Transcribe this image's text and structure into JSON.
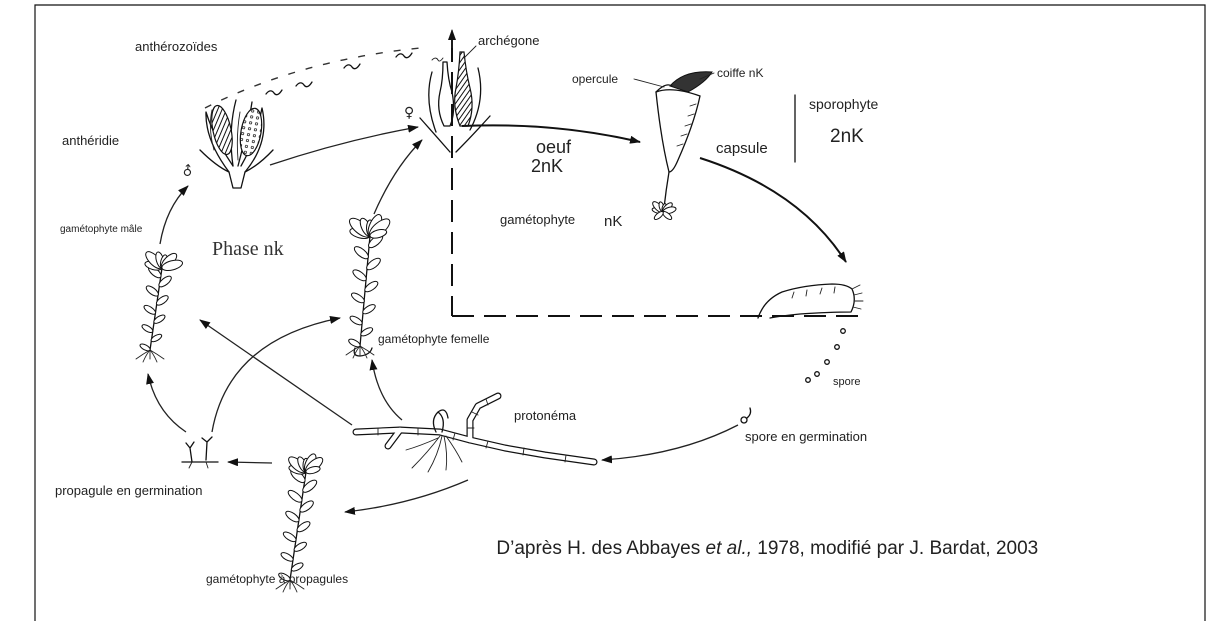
{
  "cycle_labels": {
    "antherozoides": "anthérozoïdes",
    "archegone": "archégone",
    "opercule": "opercule",
    "coiffe": "coiffe nK",
    "sporophyte": "sporophyte",
    "sporophyte_ploidy": "2nK",
    "capsule": "capsule",
    "antheridie": "anthéridie",
    "male_symbol": "♂",
    "female_symbol": "♀",
    "oeuf": "oeuf",
    "oeuf_ploidy": "2nK",
    "gametophyte": "gamétophyte",
    "gametophyte_ploidy": "nK",
    "gametophyte_male": "gamétophyte mâle",
    "phase": "Phase nk",
    "gametophyte_femelle": "gamétophyte femelle",
    "protonema": "protonéma",
    "spore": "spore",
    "spore_germination": "spore en germination",
    "propagule_germination": "propagule en germination",
    "gametophyte_propagules": "gamétophyte à propagules"
  },
  "credit": {
    "prefix": "D’après H. des Abbayes ",
    "italic": "et al.,",
    "suffix": " 1978, modifié par J. Bardat, 2003"
  }
}
